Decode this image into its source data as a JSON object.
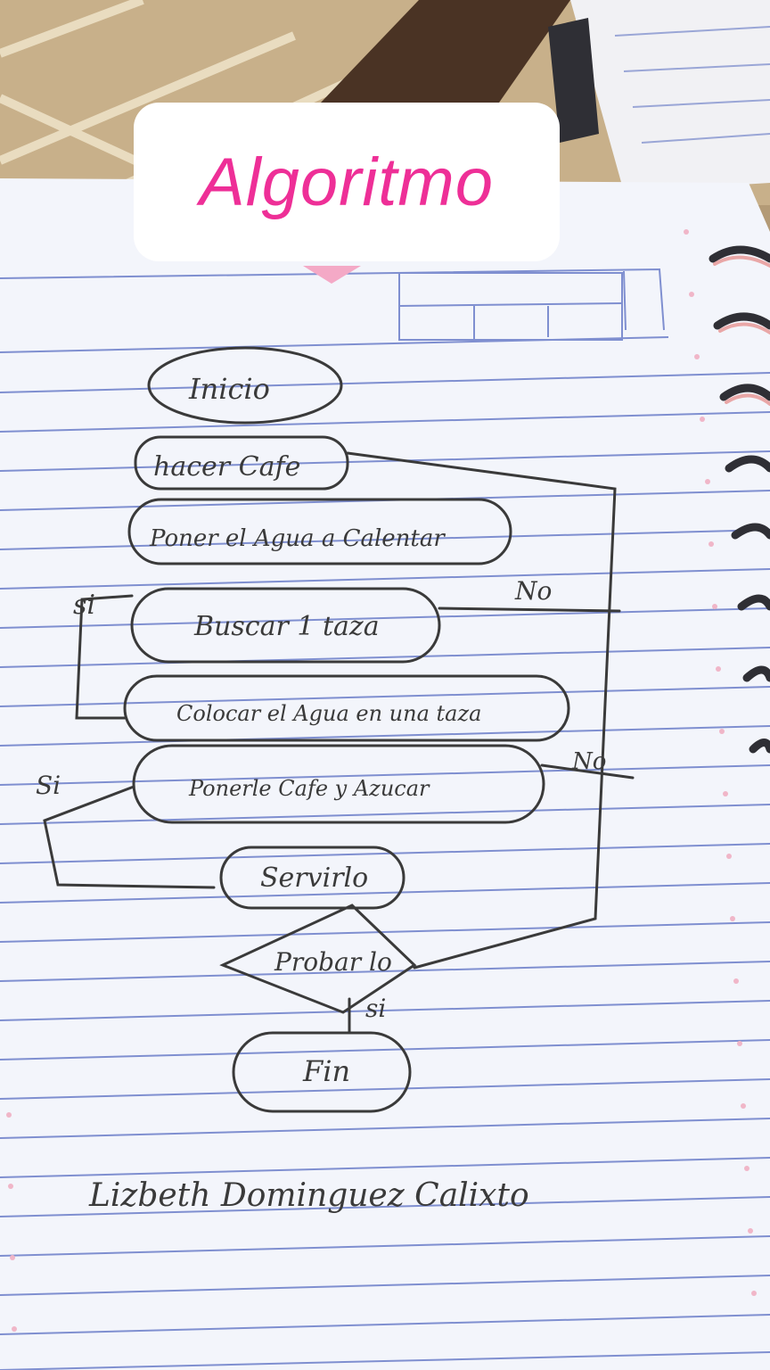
{
  "story": {
    "caption": "Algoritmo"
  },
  "flowchart": {
    "start": "Inicio",
    "step1": "hacer Cafe",
    "step2": "Poner el Agua a Calentar",
    "step3": "Buscar 1 taza",
    "step4": "Colocar el Agua en una taza",
    "step5": "Ponerle Cafe y Azucar",
    "step6": "Servirlo",
    "decision": "Probar lo",
    "end": "Fin",
    "label_si_1": "si",
    "label_no_1": "No",
    "label_si_2": "Si",
    "label_no_2": "No",
    "label_si_3": "si"
  },
  "signature": "Lizbeth Dominguez Calixto",
  "colors": {
    "caption_text": "#ee2f97",
    "paper": "#f3f5fb",
    "rule_lines": "#7f8fd0",
    "ink": "#3a3a3a"
  }
}
